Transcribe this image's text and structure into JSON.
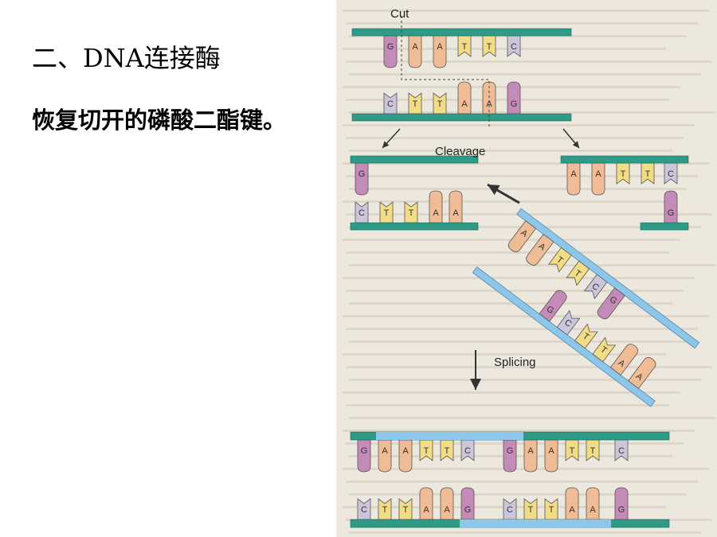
{
  "slide": {
    "title": "二、DNA连接酶",
    "body": "恢复切开的磷酸二酯键。"
  },
  "figure": {
    "labels": {
      "cut": "Cut",
      "cleavage": "Cleavage",
      "splicing": "Splicing"
    },
    "colors": {
      "backbone_green": "#2e9b86",
      "backbone_blue": "#8cc6ea",
      "base_G": "#c48ab8",
      "base_C": "#cbc6dc",
      "base_A": "#f0bc96",
      "base_T": "#f2dc86",
      "page_background": "#ece8dd"
    },
    "top_strand_upper": [
      "G",
      "A",
      "A",
      "T",
      "T",
      "C"
    ],
    "top_strand_lower": [
      "C",
      "T",
      "T",
      "A",
      "A",
      "G"
    ],
    "left_fragment_upper": [
      "G"
    ],
    "left_fragment_lower": [
      "C",
      "T",
      "T",
      "A",
      "A"
    ],
    "right_fragment_upper": [
      "A",
      "A",
      "T",
      "T",
      "C"
    ],
    "right_fragment_lower": [
      "G"
    ],
    "insert_upper": [
      "A",
      "A",
      "T",
      "T",
      "C",
      "G"
    ],
    "insert_lower": [
      "G",
      "C",
      "T",
      "T",
      "A",
      "A"
    ],
    "result_upper": [
      "G",
      "A",
      "A",
      "T",
      "T",
      "C",
      "G",
      "A",
      "A",
      "T",
      "T",
      "C"
    ],
    "result_lower": [
      "C",
      "T",
      "T",
      "A",
      "A",
      "G",
      "C",
      "T",
      "T",
      "A",
      "A",
      "G"
    ]
  }
}
